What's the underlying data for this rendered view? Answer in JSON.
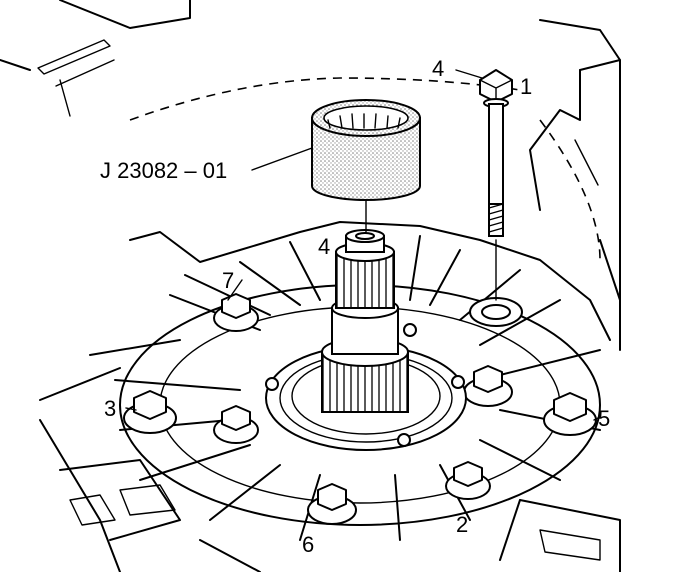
{
  "tool_label": "J 23082 – 01",
  "callouts": {
    "bolt_top_number": "4",
    "bolt_top_letter": "1",
    "shaft": "4",
    "left_upper": "7",
    "left_mid": "3",
    "right_mid": "5",
    "bottom_mid": "6",
    "bottom_right": "2"
  },
  "colors": {
    "line": "#000000",
    "background": "#ffffff",
    "stipple": "#9a9a9a"
  }
}
